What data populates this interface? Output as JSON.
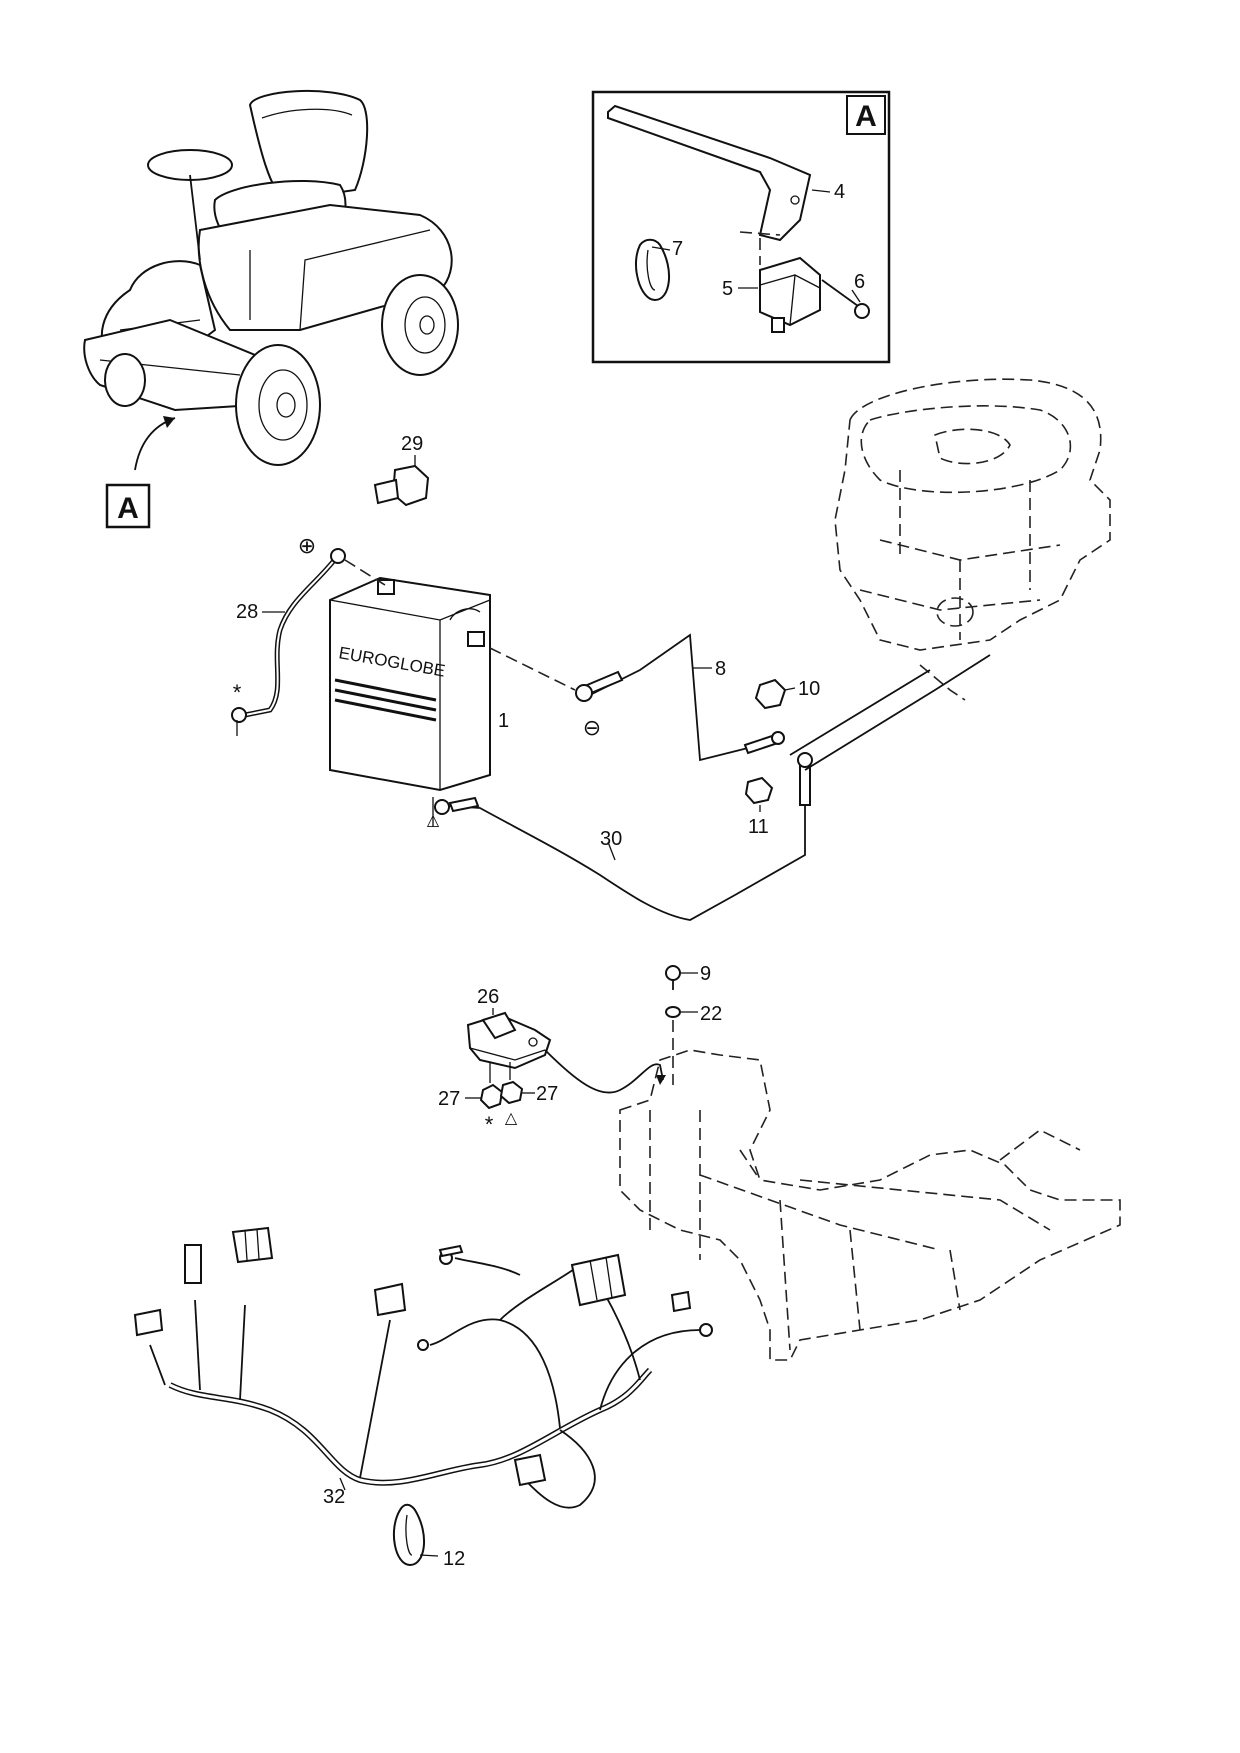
{
  "diagram": {
    "callouts": {
      "p1": "1",
      "p4": "4",
      "p5": "5",
      "p6": "6",
      "p7": "7",
      "p8": "8",
      "p9": "9",
      "p10": "10",
      "p11": "11",
      "p12": "12",
      "p22": "22",
      "p26": "26",
      "p27a": "27",
      "p27b": "27",
      "p28": "28",
      "p29": "29",
      "p30": "30",
      "p32": "32"
    },
    "detail_box_label": "A",
    "detail_ref_label": "A",
    "battery_brand": "EUROGLOBE",
    "symbols": {
      "plus": "⊕",
      "minus": "⊖",
      "star_28": "*",
      "star_27": "*",
      "triangle_30": "△",
      "triangle_27": "△"
    }
  }
}
